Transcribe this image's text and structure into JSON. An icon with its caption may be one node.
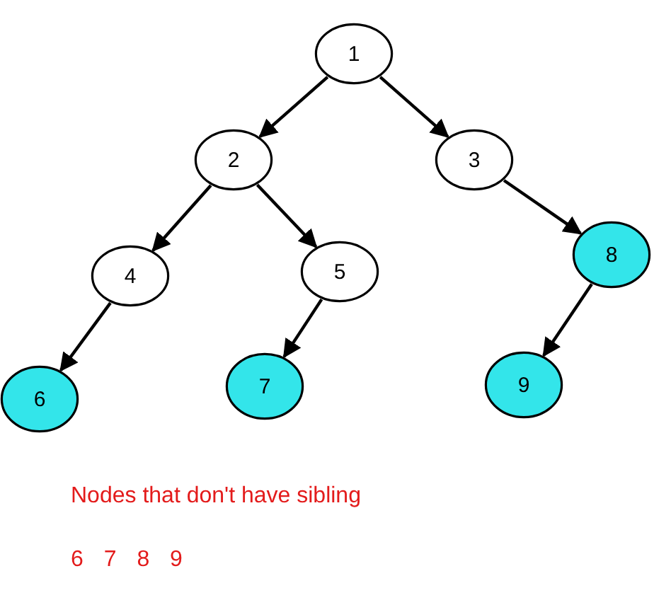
{
  "diagram": {
    "nodes": [
      {
        "text": [
          "1"
        ]
      },
      {
        "text": [
          "2"
        ]
      },
      {
        "text": [
          "3"
        ]
      },
      {
        "text": [
          "4"
        ]
      },
      {
        "text": [
          "5"
        ]
      },
      {
        "text": [
          "6"
        ]
      },
      {
        "text": [
          "7"
        ]
      },
      {
        "text": [
          "8"
        ]
      },
      {
        "text": [
          "9"
        ]
      }
    ],
    "edges": [
      {
        "from": 0,
        "to": 1,
        "arrow": "to"
      },
      {
        "from": 0,
        "to": 2,
        "arrow": "to"
      },
      {
        "from": 1,
        "to": 3,
        "arrow": "to"
      },
      {
        "from": 1,
        "to": 4,
        "arrow": "to"
      },
      {
        "from": 2,
        "to": 7,
        "arrow": "to"
      },
      {
        "from": 3,
        "to": 5,
        "arrow": "to"
      },
      {
        "from": 4,
        "to": 6,
        "arrow": "to"
      },
      {
        "from": 7,
        "to": 8,
        "arrow": "to"
      }
    ],
    "labels": [
      "Nodes that don't have sibling",
      "6 7 8 9"
    ]
  }
}
